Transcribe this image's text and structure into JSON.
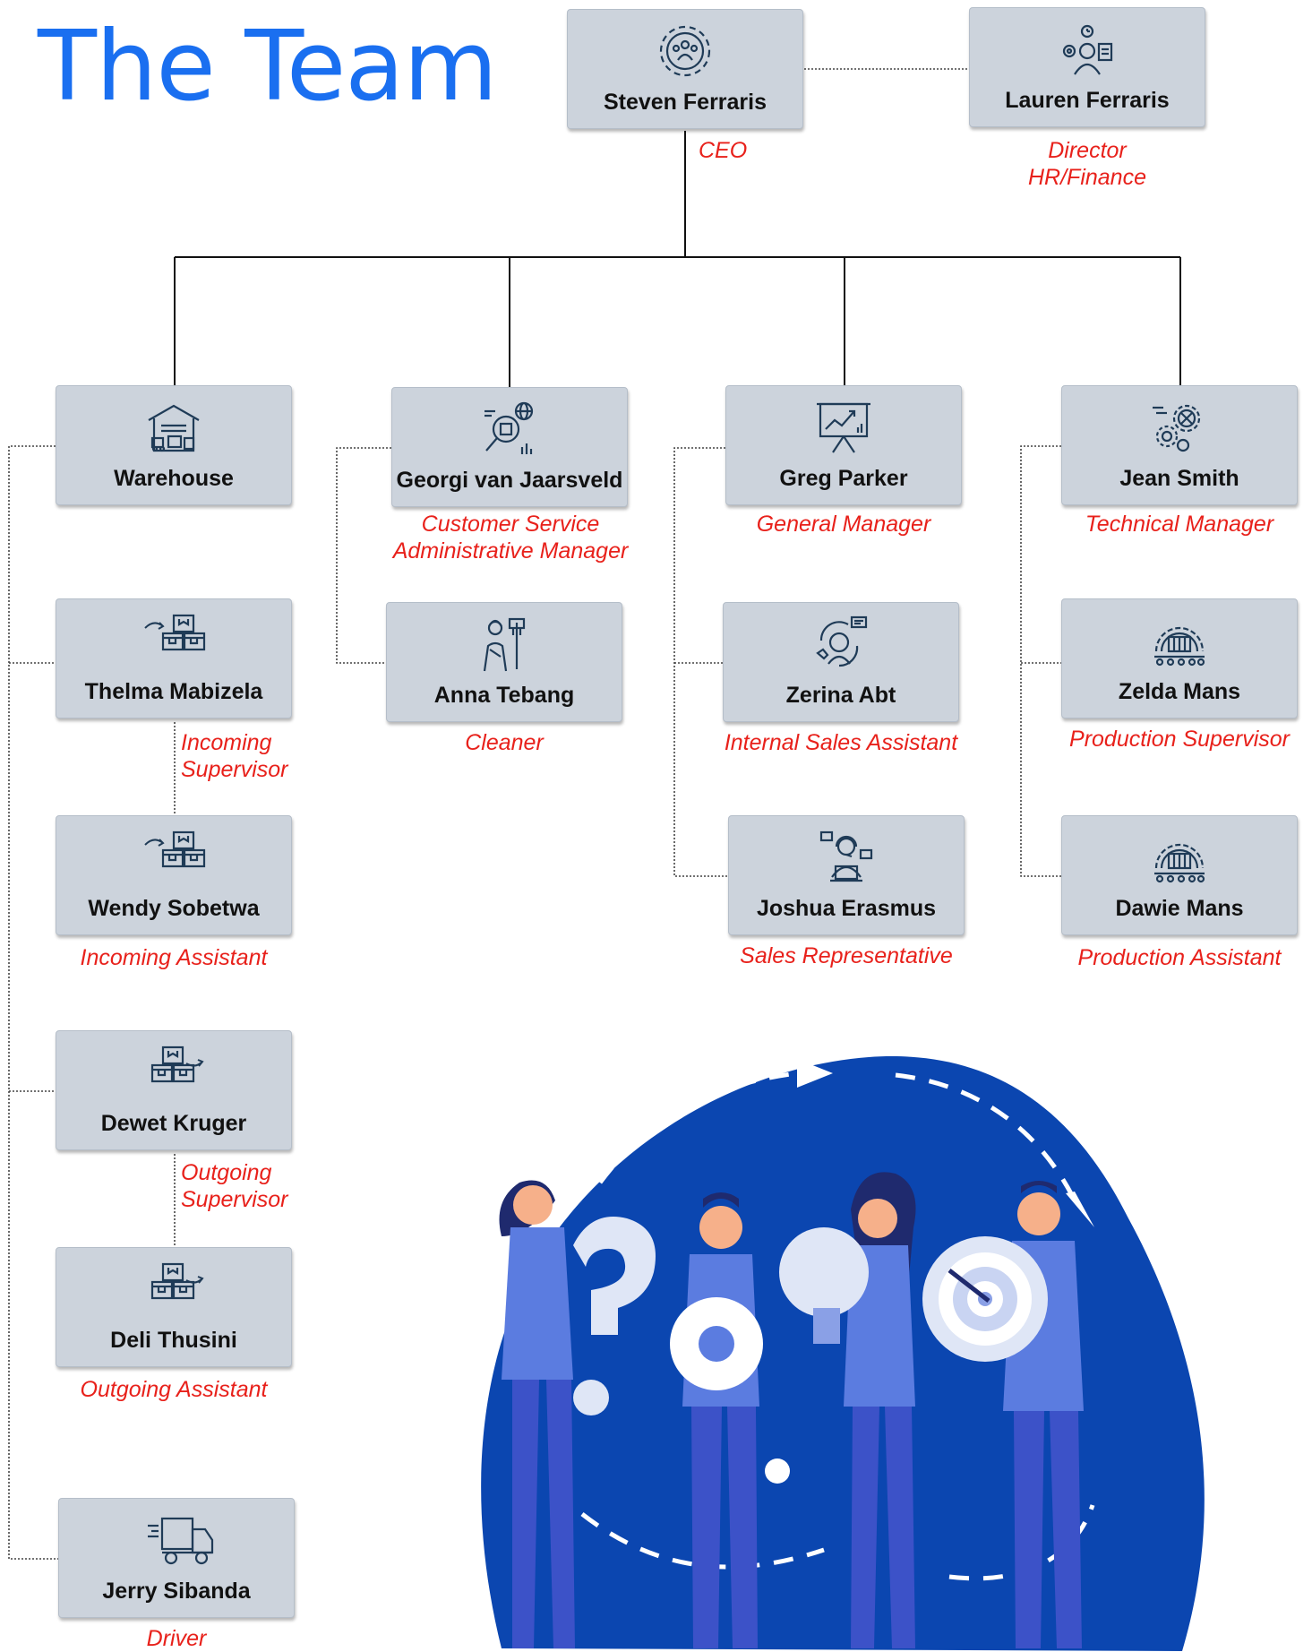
{
  "title": "The Team",
  "colors": {
    "title": "#1a6ff0",
    "role": "#e8211b",
    "box": "#ccd3dc",
    "icon": "#1f3b57",
    "blob": "#0b46b0"
  },
  "people": {
    "steven": {
      "name": "Steven Ferraris",
      "role": "CEO",
      "icon": "team-gear-icon"
    },
    "lauren": {
      "name": "Lauren Ferraris",
      "role_line1": "Director",
      "role_line2": "HR/Finance",
      "icon": "manager-icon"
    },
    "warehouse": {
      "name": "Warehouse",
      "icon": "warehouse-icon"
    },
    "georgi": {
      "name": "Georgi van Jaarsveld",
      "role_line1": "Customer Service",
      "role_line2": "Administrative Manager",
      "icon": "magnifier-globe-icon"
    },
    "greg": {
      "name": "Greg Parker",
      "role": "General Manager",
      "icon": "presentation-board-icon"
    },
    "jean": {
      "name": "Jean Smith",
      "role": "Technical Manager",
      "icon": "gears-icon"
    },
    "thelma": {
      "name": "Thelma Mabizela",
      "role_line1": "Incoming",
      "role_line2": "Supervisor",
      "icon": "boxes-incoming-icon"
    },
    "anna": {
      "name": "Anna Tebang",
      "role": "Cleaner",
      "icon": "cleaner-icon"
    },
    "zerina": {
      "name": "Zerina Abt",
      "role": "Internal Sales Assistant",
      "icon": "call-center-icon"
    },
    "zelda": {
      "name": "Zelda Mans",
      "role": "Production Supervisor",
      "icon": "factory-gear-icon"
    },
    "wendy": {
      "name": "Wendy Sobetwa",
      "role": "Incoming Assistant",
      "icon": "boxes-incoming-icon"
    },
    "joshua": {
      "name": "Joshua Erasmus",
      "role": "Sales Representative",
      "icon": "sales-rep-icon"
    },
    "dawie": {
      "name": "Dawie Mans",
      "role": "Production Assistant",
      "icon": "factory-gear-icon"
    },
    "dewet": {
      "name": "Dewet Kruger",
      "role_line1": "Outgoing",
      "role_line2": "Supervisor",
      "icon": "boxes-outgoing-icon"
    },
    "deli": {
      "name": "Deli Thusini",
      "role": "Outgoing Assistant",
      "icon": "boxes-outgoing-icon"
    },
    "jerry": {
      "name": "Jerry Sibanda",
      "role": "Driver",
      "icon": "delivery-truck-icon"
    }
  }
}
